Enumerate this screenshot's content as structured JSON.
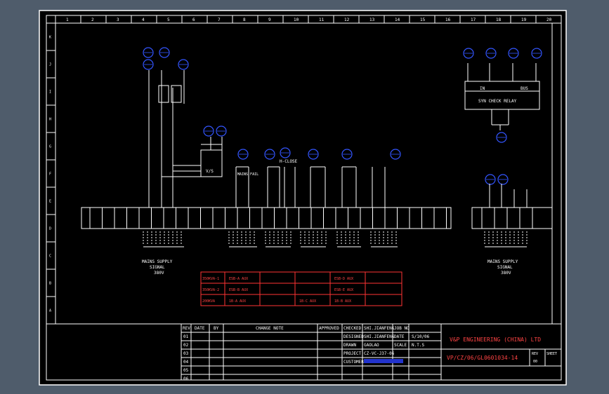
{
  "grid": {
    "cols": [
      "1",
      "2",
      "3",
      "4",
      "5",
      "6",
      "7",
      "8",
      "9",
      "10",
      "11",
      "12",
      "13",
      "14",
      "15",
      "16",
      "17",
      "18",
      "19",
      "20"
    ],
    "rows": [
      "K",
      "J",
      "I",
      "H",
      "G",
      "F",
      "E",
      "D",
      "C",
      "B",
      "A"
    ]
  },
  "labels": {
    "mains_left": [
      "MAINS SUPPLY",
      "SIGNAL",
      "380V"
    ],
    "mains_right": [
      "MAINS SUPPLY",
      "SIGNAL",
      "380V"
    ],
    "syn_relay": "SYN CHECK RELAY",
    "syn_in": "IN",
    "syn_bus": "BUS",
    "vs_box": "V/S",
    "h_close": "H-CLOSE",
    "mains_fail": "MAINS FAIL"
  },
  "red_table": {
    "rows": [
      [
        "350KVA-1",
        "ESB-A AUX",
        "",
        "",
        "ESB-D AUX",
        ""
      ],
      [
        "350KVA-2",
        "ESB-B AUX",
        "",
        "",
        "ESB-E AUX",
        ""
      ],
      [
        "200KVA",
        "1B-A AUX",
        "",
        "1B-C AUX",
        "1B-B AUX",
        ""
      ]
    ]
  },
  "title_block": {
    "headers": {
      "rev": "REV",
      "date": "DATE",
      "by": "BY",
      "change": "CHANGE NOTE",
      "approved": "APPROVED"
    },
    "revs": [
      "01",
      "02",
      "03",
      "04",
      "05",
      "06"
    ],
    "checked": "CHECKED",
    "checked_by": "SHI.JIANFENG",
    "designed": "DESIGNED",
    "designed_by": "SHI.JIANFENG",
    "drawn": "DRAWN",
    "drawn_by": "GAOLAO",
    "project": "PROJECT",
    "project_val": "CZ-VC-J37-06",
    "customer": "CUSTOMER",
    "job_no": "JOB NO",
    "date_lbl": "DATE",
    "date_val": "S/10/06",
    "scale_lbl": "SCALE",
    "scale_val": "N.T.S",
    "company": "V&P ENGINEERING (CHINA) LTD",
    "drawing_no": "VP/CZ/06/GL0601034-14",
    "rev_lbl": "REV",
    "sheet_lbl": "SHEET",
    "rev_val": "00"
  }
}
